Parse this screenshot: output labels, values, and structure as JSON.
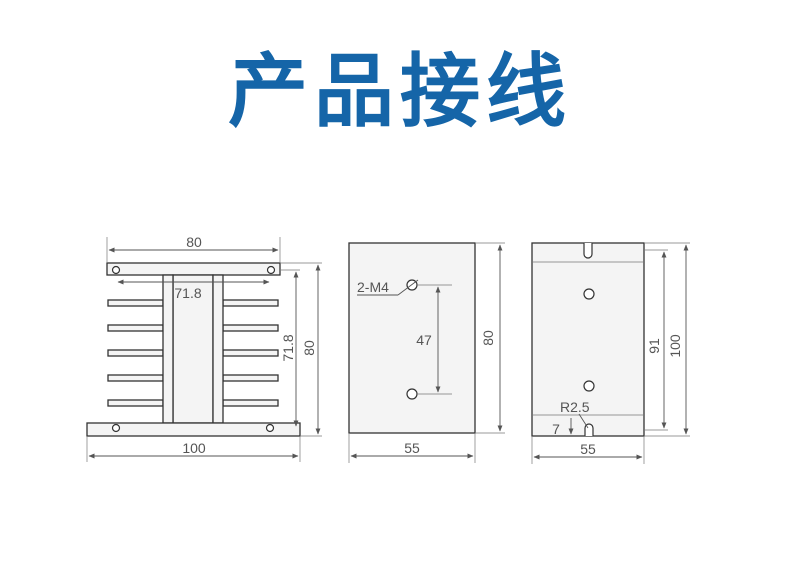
{
  "title": "产品接线",
  "drawing_1": {
    "top_width": "80",
    "inner_width": "71.8",
    "inner_height": "71.8",
    "height": "80",
    "base_width": "100"
  },
  "drawing_2": {
    "hole_label": "2-M4",
    "hole_spacing": "47",
    "height": "80",
    "width": "55"
  },
  "drawing_3": {
    "inner_height": "91",
    "height": "100",
    "radius": "R2.5",
    "slot_offset": "7",
    "width": "55"
  },
  "colors": {
    "title": "#1565a8",
    "line": "#333333",
    "dimension": "#555555"
  }
}
